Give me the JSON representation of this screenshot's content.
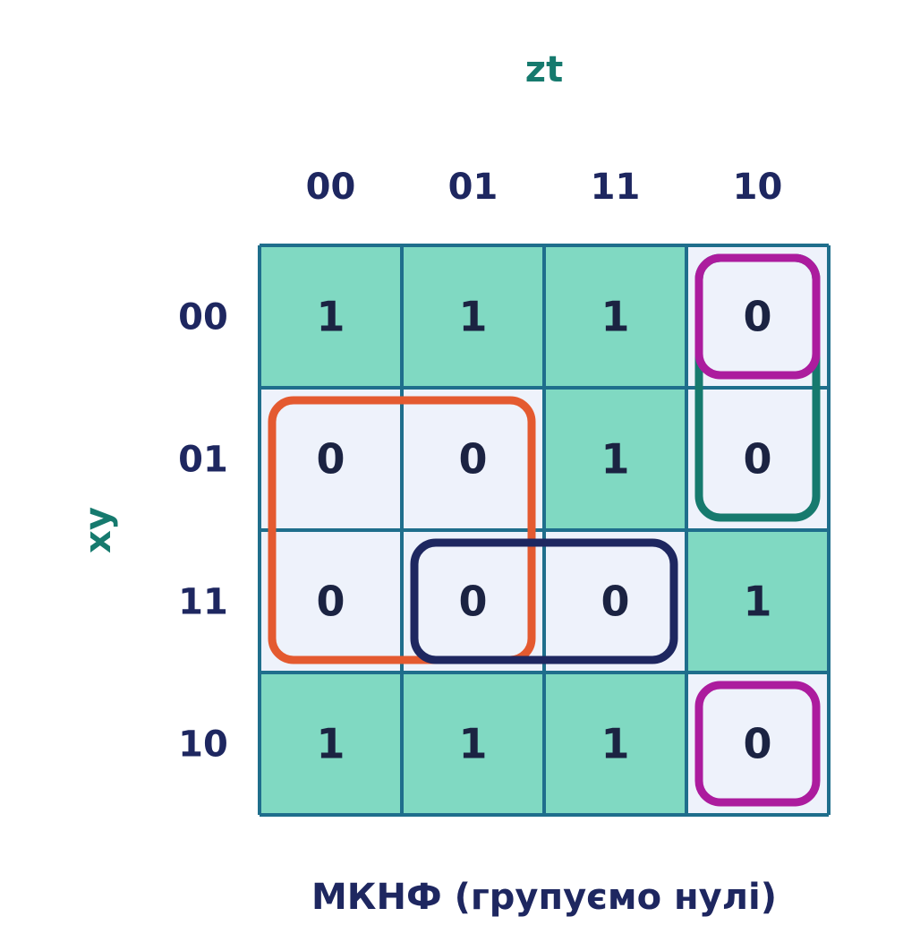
{
  "kmap": {
    "col_var": "zt",
    "row_var": "xy",
    "col_labels": [
      "00",
      "01",
      "11",
      "10"
    ],
    "row_labels": [
      "00",
      "01",
      "11",
      "10"
    ],
    "cells": [
      [
        "1",
        "1",
        "1",
        "0"
      ],
      [
        "0",
        "0",
        "1",
        "0"
      ],
      [
        "0",
        "0",
        "0",
        "1"
      ],
      [
        "1",
        "1",
        "1",
        "0"
      ]
    ],
    "caption": "МКНФ (групуємо нулі)",
    "groups": [
      {
        "color": "#e45a30",
        "rows": [
          1,
          2
        ],
        "cols": [
          0,
          1
        ]
      },
      {
        "color": "#1e2760",
        "rows": [
          2,
          2
        ],
        "cols": [
          1,
          2
        ]
      },
      {
        "color": "#167a6e",
        "rows": [
          0,
          1
        ],
        "cols": [
          3,
          3
        ]
      },
      {
        "color": "#ac1c9e",
        "rows": [
          0,
          0
        ],
        "cols": [
          3,
          3
        ]
      },
      {
        "color": "#ac1c9e",
        "rows": [
          3,
          3
        ],
        "cols": [
          3,
          3
        ]
      }
    ],
    "colors": {
      "one_fill": "#80d9c2",
      "zero_fill": "#eef2fb",
      "grid": "#1f6e8c",
      "label": "#1e2760",
      "var_label": "#167a6e",
      "digit": "#1b2342"
    }
  }
}
